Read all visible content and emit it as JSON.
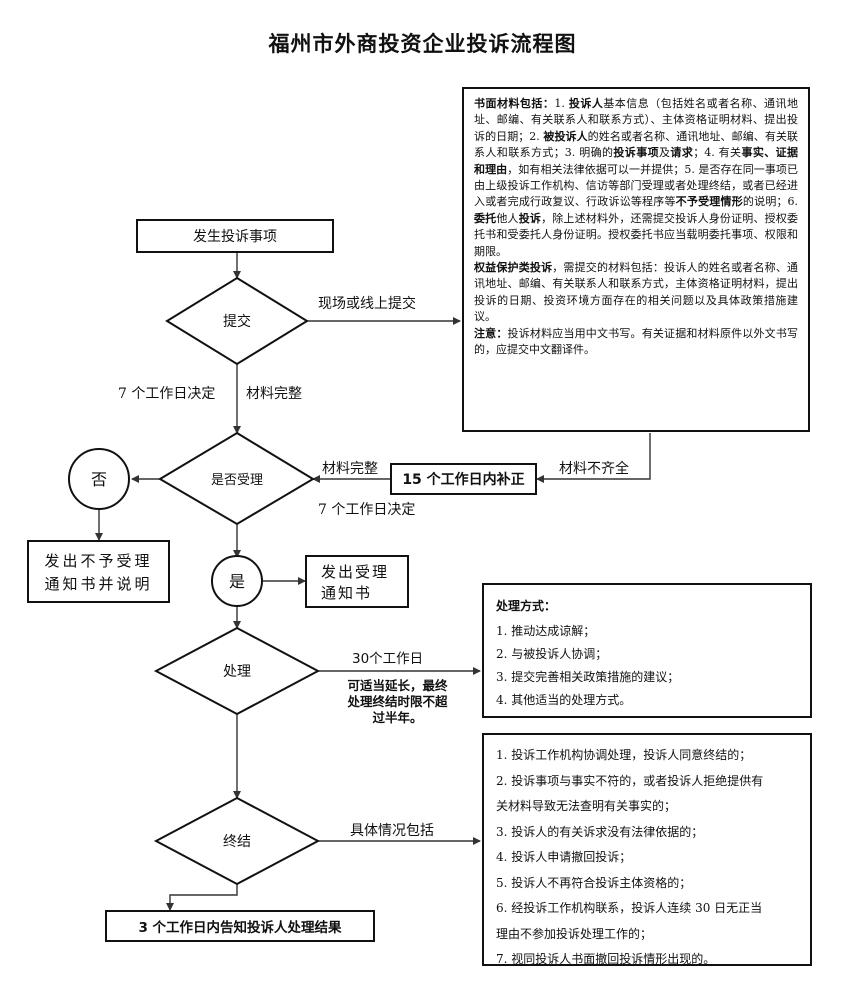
{
  "title": "福州市外商投资企业投诉流程图",
  "nodes": {
    "start": "发生投诉事项",
    "submit": "提交",
    "accept": "是否受理",
    "reject": "否",
    "reject_notice_1": "发出不予受理",
    "reject_notice_2": "通知书并说明",
    "yes": "是",
    "accept_notice_1": "发出受理",
    "accept_notice_2": "通知书",
    "supplement": "15 个工作日内补正",
    "process": "处理",
    "end": "终结",
    "result": "3 个工作日内告知投诉人处理结果"
  },
  "edge_labels": {
    "onsite_online": "现场或线上提交",
    "decide_7": "7 个工作日决定",
    "complete": "材料完整",
    "complete2": "材料完整",
    "incomplete": "材料不齐全",
    "decide_7b": "7 个工作日决定",
    "days_30": "30个工作日",
    "extend_1": "可适当延长，最终",
    "extend_2": "处理终结时限不超",
    "extend_3": "过半年。",
    "specific": "具体情况包括"
  },
  "materials": {
    "p1_h": "书面材料包括：",
    "p1_a": "1. ",
    "p1_b": "投诉人",
    "p1_c": "基本信息（包括姓名或者名称、通讯地址、邮编、有关联系人和联系方式）、主体资格证明材料、提出投诉的日期；2. ",
    "p1_d": "被投诉人",
    "p1_e": "的姓名或者名称、通讯地址、邮编、有关联系人和联系方式；3. 明确的",
    "p1_f": "投诉事项",
    "p1_g": "及",
    "p1_h2": "请求",
    "p1_i": "；4. 有关",
    "p1_j": "事实、证据和理由",
    "p1_k": "，如有相关法律依据可以一并提供；5. 是否存在同一事项已由上级投诉工作机构、信访等部门受理或者处理终结，或者已经进入或者完成行政复议、行政诉讼等程序等",
    "p1_l": "不予受理情形",
    "p1_m": "的说明；6. ",
    "p1_n": "委托",
    "p1_o": "他人",
    "p1_p": "投诉",
    "p1_q": "，除上述材料外，还需提交投诉人身份证明、授权委托书和受委托人身份证明。授权委托书应当载明委托事项、权限和期限。",
    "p2_h": "权益保护类投诉",
    "p2_a": "，需提交的材料包括：投诉人的姓名或者名称、通讯地址、邮编、有关联系人和联系方式，主体资格证明材料，提出投诉的日期、投资环境方面存在的相关问题以及具体政策措施建议。",
    "p3_h": "注意：",
    "p3_a": "投诉材料应当用中文书写。有关证据和材料原件以外文书写的，应提交中文翻译件。"
  },
  "methods": {
    "title": "处理方式：",
    "items": [
      "1.  推动达成谅解；",
      "2.  与被投诉人协调；",
      "3.  提交完善相关政策措施的建议；",
      "4.  其他适当的处理方式。"
    ]
  },
  "end_cases": {
    "lines": [
      "1.  投诉工作机构协调处理，投诉人同意终结的；",
      "2.  投诉事项与事实不符的，或者投诉人拒绝提供有",
      "关材料导致无法查明有关事实的；",
      "3.  投诉人的有关诉求没有法律依据的；",
      "4.  投诉人申请撤回投诉；",
      "5.  投诉人不再符合投诉主体资格的；",
      "6.  经投诉工作机构联系，投诉人连续 30 日无正当",
      "理由不参加投诉处理工作的；",
      "7.  视同投诉人书面撤回投诉情形出现的。"
    ]
  }
}
